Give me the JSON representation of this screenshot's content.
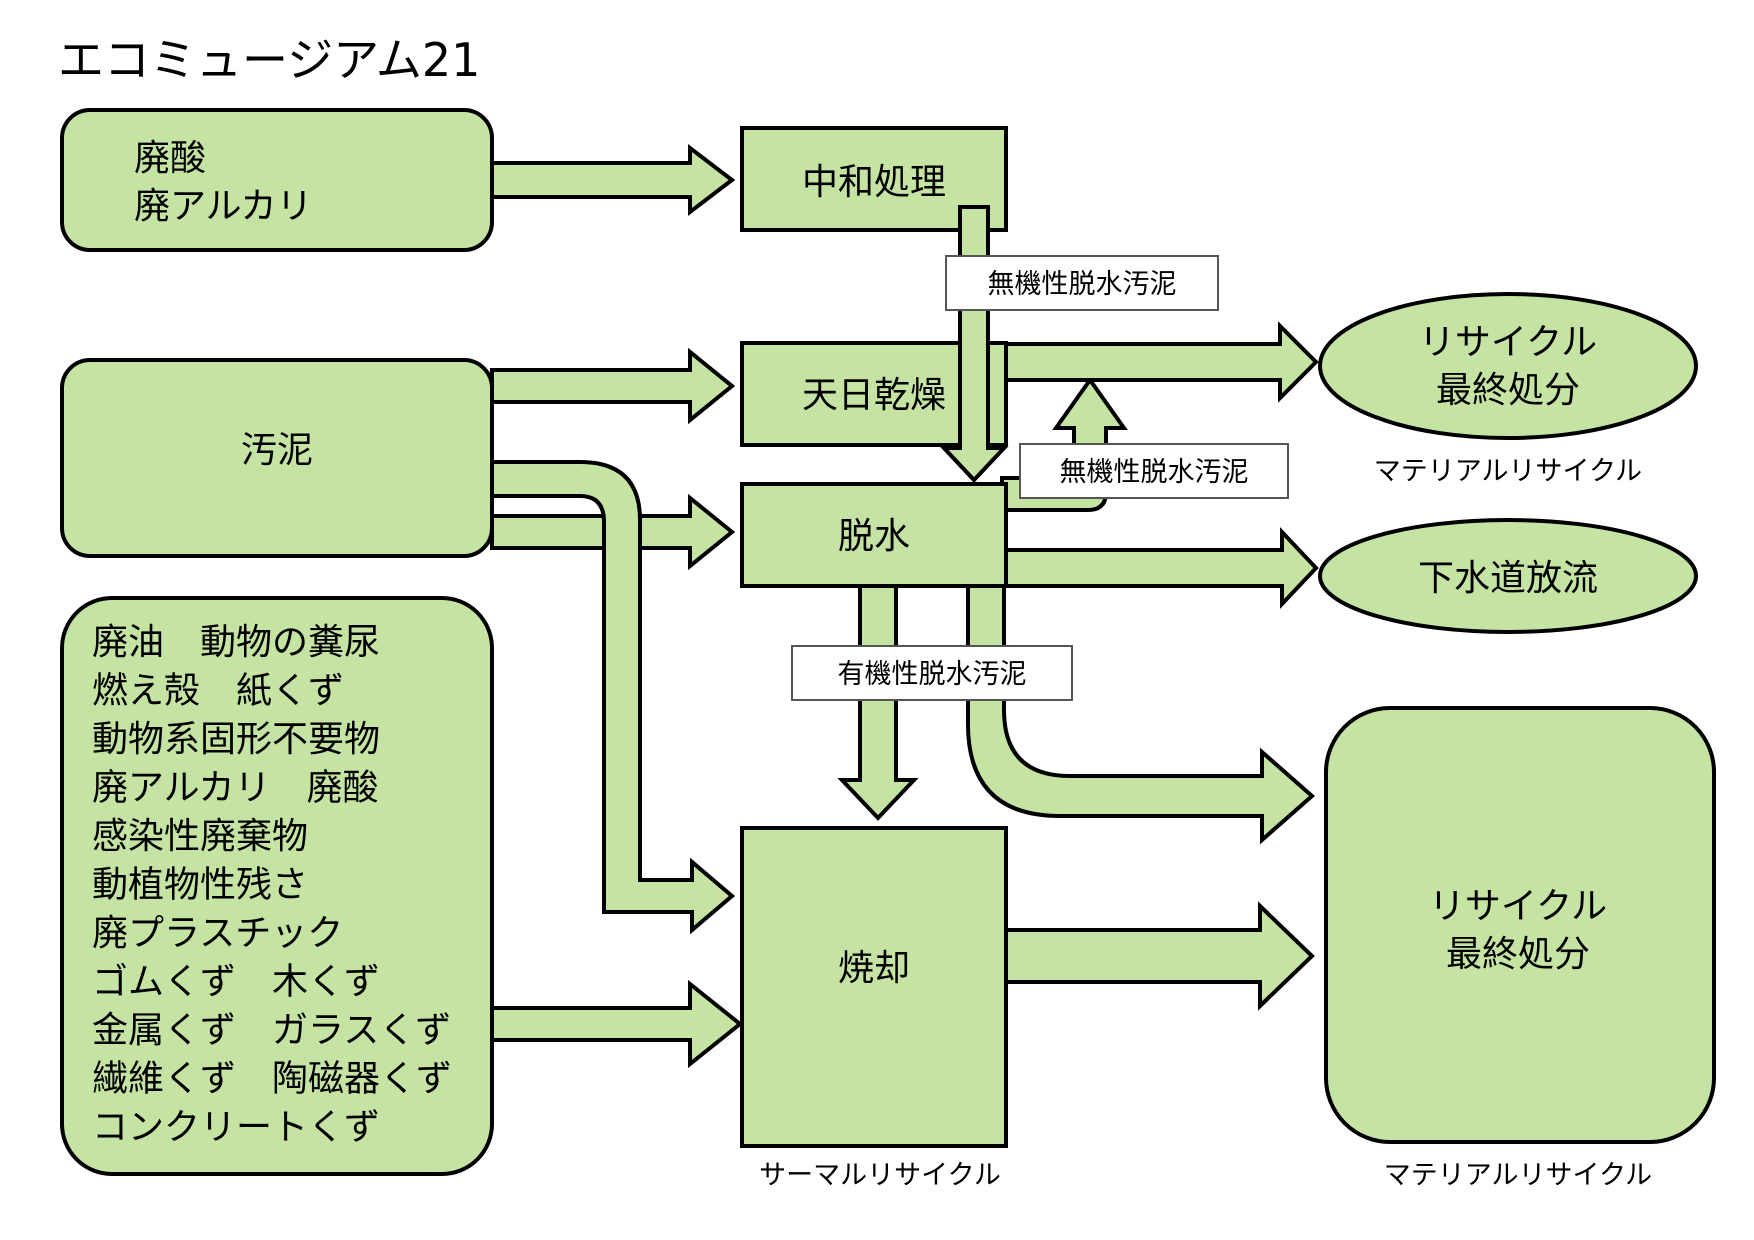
{
  "title": "エコミュージアム21",
  "colors": {
    "fill": "#c5e4a3",
    "stroke": "#000000",
    "label_bg": "#ffffff"
  },
  "nodes": {
    "acid_alkali": [
      "廃酸",
      "廃アルカリ"
    ],
    "sludge": "汚泥",
    "waste_list": [
      "廃油　動物の糞尿",
      "燃え殻　紙くず",
      "動物系固形不要物",
      "廃アルカリ　廃酸",
      "感染性廃棄物",
      "動植物性残さ",
      "廃プラスチック",
      "ゴムくず　木くず",
      "金属くず　ガラスくず",
      "繊維くず　陶磁器くず",
      "コンクリートくず"
    ],
    "neutralization": "中和処理",
    "sun_drying": "天日乾燥",
    "dewatering": "脱水",
    "incineration": "焼却",
    "recycle_top": [
      "リサイクル",
      "最終処分"
    ],
    "sewer": "下水道放流",
    "recycle_bottom": [
      "リサイクル",
      "最終処分"
    ]
  },
  "flow_labels": {
    "inorganic_1": "無機性脱水汚泥",
    "inorganic_2": "無機性脱水汚泥",
    "organic": "有機性脱水汚泥"
  },
  "notes": {
    "material_recycle_top": "マテリアルリサイクル",
    "thermal_recycle": "サーマルリサイクル",
    "material_recycle_bottom": "マテリアルリサイクル"
  }
}
